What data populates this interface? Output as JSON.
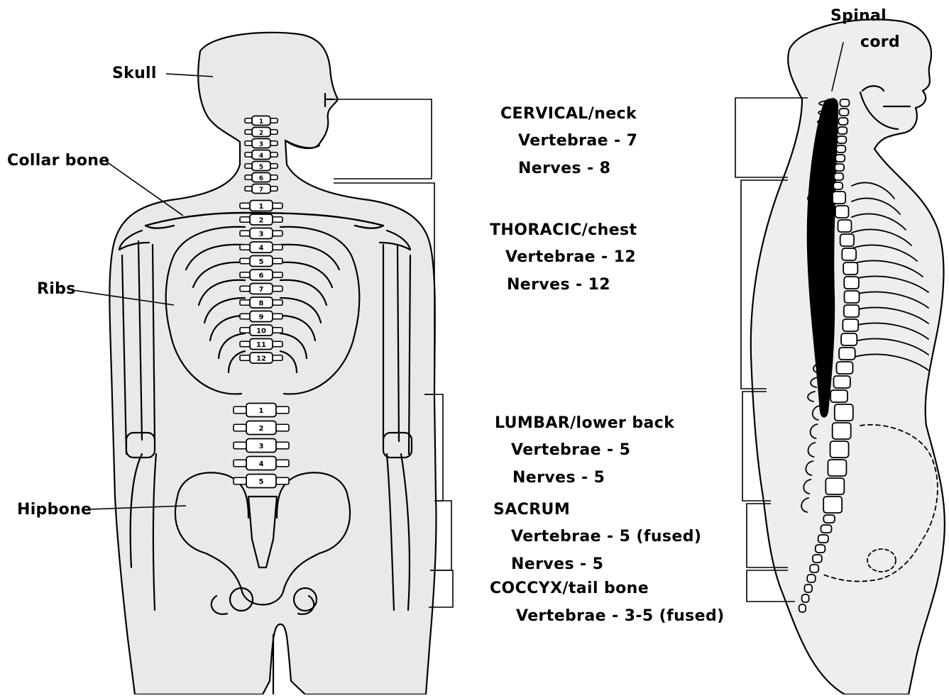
{
  "front_labels": {
    "skull": "Skull",
    "collar_bone": "Collar bone",
    "ribs": "Ribs",
    "hipbone": "Hipbone"
  },
  "side_labels": {
    "spinal_cord_line1": "Spinal",
    "spinal_cord_line2": "cord"
  },
  "regions": {
    "cervical": {
      "title": "CERVICAL/neck",
      "vertebrae": "Vertebrae - 7",
      "nerves": "Nerves - 8"
    },
    "thoracic": {
      "title": "THORACIC/chest",
      "vertebrae": "Vertebrae - 12",
      "nerves": "Nerves - 12"
    },
    "lumbar": {
      "title": "LUMBAR/lower back",
      "vertebrae": "Vertebrae - 5",
      "nerves": "Nerves - 5"
    },
    "sacrum": {
      "title": "SACRUM",
      "vertebrae": "Vertebrae - 5 (fused)",
      "nerves": "Nerves - 5"
    },
    "coccyx": {
      "title": "COCCYX/tail bone",
      "vertebrae": "Vertebrae - 3-5 (fused)"
    }
  },
  "vertebra_numbers": {
    "cervical": [
      "1",
      "2",
      "3",
      "4",
      "5",
      "6",
      "7"
    ],
    "thoracic": [
      "1",
      "2",
      "3",
      "4",
      "5",
      "6",
      "7",
      "8",
      "9",
      "10",
      "11",
      "12"
    ],
    "lumbar": [
      "1",
      "2",
      "3",
      "4",
      "5"
    ]
  },
  "colors": {
    "body_fill": "#e9e9e9",
    "line": "#000000",
    "background": "#ffffff"
  }
}
